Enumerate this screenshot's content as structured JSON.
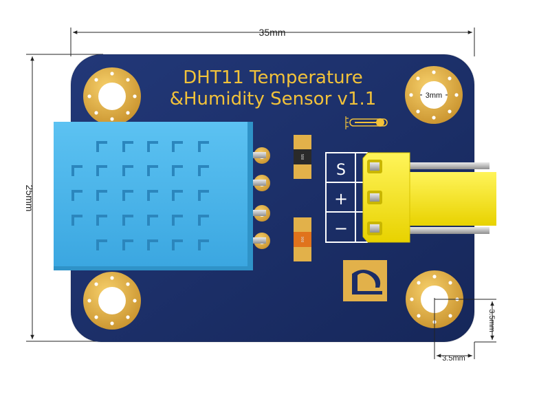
{
  "diagram": {
    "title_line1": "DHT11 Temperature",
    "title_line2": "&Humidity Sensor v1.1",
    "dimensions": {
      "width": "35mm",
      "height": "25mm",
      "hole_diameter": "3mm",
      "hole_offset_x": "3.5mm",
      "hole_offset_y": "3.5mm"
    },
    "pins": [
      "S",
      "+",
      "−"
    ],
    "component_labels": {
      "resistor": "805",
      "capacitor": "806"
    },
    "colors": {
      "pcb": "#1b2d66",
      "gold": "#e2b14a",
      "sensor_body": "#49b6ec",
      "connector": "#ffee00",
      "dimension_line": "#222222"
    }
  }
}
